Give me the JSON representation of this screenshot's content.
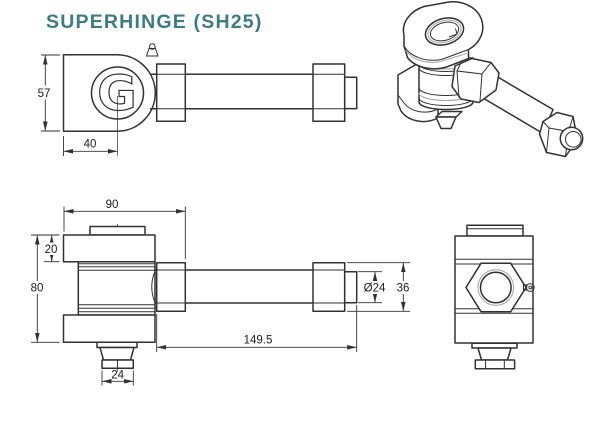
{
  "title": "SUPERHINGE (SH25)",
  "logo_letter": "G",
  "colors": {
    "accent": "#3D7B87",
    "line": "#303234",
    "line_light": "#A6A9AB",
    "text": "#1C1C1C",
    "background": "#FFFFFF"
  },
  "dimensions": {
    "body_depth": "57",
    "pivot_offset": "40",
    "body_width": "90",
    "top_plate_thickness": "20",
    "body_height": "80",
    "bottom_nut_width": "24",
    "rod_length": "149.5",
    "rod_end_diameter": "Ø24",
    "adjuster_nut_height": "36"
  }
}
